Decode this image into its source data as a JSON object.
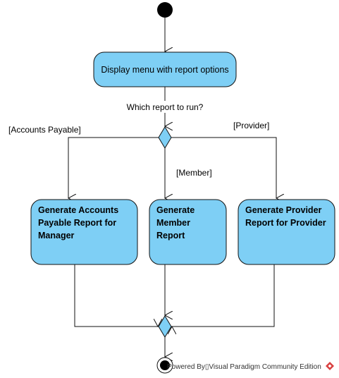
{
  "diagram": {
    "colors": {
      "fill": "#7ecff5",
      "stroke": "#111111",
      "watermark_logo": "#d94040"
    },
    "nodes": {
      "display_menu": {
        "label": "Display menu with report options"
      },
      "accounts_payable": {
        "lines": [
          "Generate Accounts",
          "Payable Report for",
          "Manager"
        ]
      },
      "member": {
        "lines": [
          "Generate",
          "Member",
          "Report"
        ]
      },
      "provider": {
        "lines": [
          "Generate Provider",
          "Report for Provider"
        ]
      }
    },
    "decision_question": "Which report to run?",
    "guards": {
      "accounts_payable": "[Accounts Payable]",
      "member": "[Member]",
      "provider": "[Provider]"
    },
    "watermark": "Powered By▯Visual Paradigm Community Edition"
  }
}
